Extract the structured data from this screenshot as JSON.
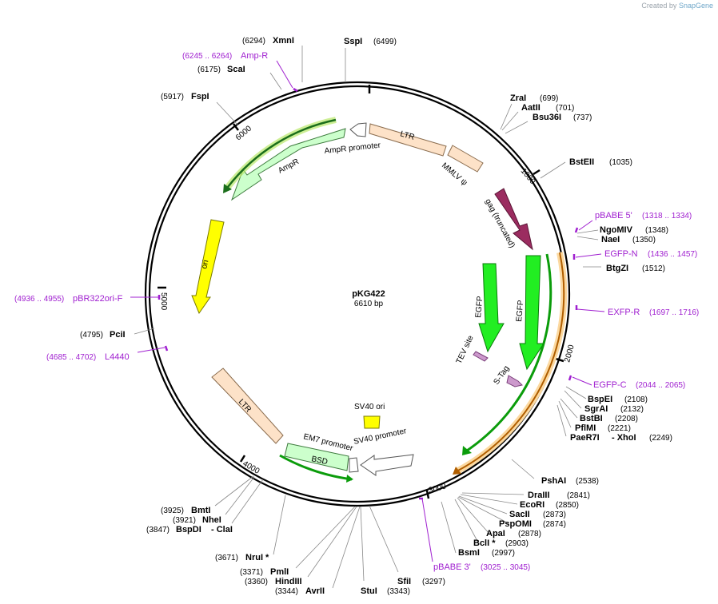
{
  "credit": {
    "prefix": "Created by",
    "brand": "SnapGene"
  },
  "plasmid": {
    "name": "pKG422",
    "length_label": "6610 bp"
  },
  "ticks": [
    "1000",
    "2000",
    "3000",
    "4000",
    "5000",
    "6000"
  ],
  "features": [
    {
      "id": "ltr1",
      "label": "LTR",
      "color": "#fde2c8"
    },
    {
      "id": "mmlv",
      "label": "MMLV ψ",
      "color": "#fde2c8"
    },
    {
      "id": "gag",
      "label": "gag (truncated)",
      "color": "#a3285c"
    },
    {
      "id": "egfp-outer",
      "label": "EGFP",
      "color": "#22ee22"
    },
    {
      "id": "egfp-inner",
      "label": "EGFP",
      "color": "#22ee22"
    },
    {
      "id": "tev",
      "label": "TEV site",
      "color": "#cc99cc"
    },
    {
      "id": "stag",
      "label": "S-Tag",
      "color": "#cc99cc"
    },
    {
      "id": "sv40ori",
      "label": "SV40 ori",
      "color": "#ffff00"
    },
    {
      "id": "sv40prom",
      "label": "SV40 promoter",
      "color": "#ffffff"
    },
    {
      "id": "em7",
      "label": "EM7 promoter",
      "color": "#ffffff"
    },
    {
      "id": "bsd",
      "label": "BSD",
      "color": "#ccffcc"
    },
    {
      "id": "ltr2",
      "label": "LTR",
      "color": "#fde2c8"
    },
    {
      "id": "ori",
      "label": "ori",
      "color": "#ffff00"
    },
    {
      "id": "ampr",
      "label": "AmpR",
      "color": "#ccffcc"
    },
    {
      "id": "amprprom",
      "label": "AmpR promoter",
      "color": "#ffffff"
    }
  ],
  "sites": [
    {
      "name": "SspI",
      "pos": "(6499)"
    },
    {
      "name": "XmnI",
      "pos": "(6294)"
    },
    {
      "name": "ScaI",
      "pos": "(6175)"
    },
    {
      "name": "FspI",
      "pos": "(5917)"
    },
    {
      "name": "ZraI",
      "pos": "(699)"
    },
    {
      "name": "AatII",
      "pos": "(701)"
    },
    {
      "name": "Bsu36I",
      "pos": "(737)"
    },
    {
      "name": "BstEII",
      "pos": "(1035)"
    },
    {
      "name": "NgoMIV",
      "pos": "(1348)"
    },
    {
      "name": "NaeI",
      "pos": "(1350)"
    },
    {
      "name": "BtgZI",
      "pos": "(1512)"
    },
    {
      "name": "BspEI",
      "pos": "(2108)"
    },
    {
      "name": "SgrAI",
      "pos": "(2132)"
    },
    {
      "name": "BstBI",
      "pos": "(2208)"
    },
    {
      "name": "PflMI",
      "pos": "(2221)"
    },
    {
      "name": "PaeR7I",
      "pos": ""
    },
    {
      "name": "- XhoI",
      "pos": "(2249)"
    },
    {
      "name": "PshAI",
      "pos": "(2538)"
    },
    {
      "name": "DraIII",
      "pos": "(2841)"
    },
    {
      "name": "EcoRI",
      "pos": "(2850)"
    },
    {
      "name": "SacII",
      "pos": "(2873)"
    },
    {
      "name": "PspOMI",
      "pos": "(2874)"
    },
    {
      "name": "ApaI",
      "pos": "(2878)"
    },
    {
      "name": "BclI *",
      "pos": "(2903)"
    },
    {
      "name": "BsmI",
      "pos": "(2997)"
    },
    {
      "name": "SfiI",
      "pos": "(3297)"
    },
    {
      "name": "StuI",
      "pos": "(3343)"
    },
    {
      "name": "AvrII",
      "pos": "(3344)"
    },
    {
      "name": "HindIII",
      "pos": "(3360)"
    },
    {
      "name": "PmlI",
      "pos": "(3371)"
    },
    {
      "name": "NruI *",
      "pos": "(3671)"
    },
    {
      "name": "BspDI",
      "pos": "(3847)"
    },
    {
      "name": "- ClaI",
      "pos": ""
    },
    {
      "name": "NheI",
      "pos": "(3921)"
    },
    {
      "name": "BmtI",
      "pos": "(3925)"
    },
    {
      "name": "PciI",
      "pos": "(4795)"
    }
  ],
  "primers": [
    {
      "name": "Amp-R",
      "pos": "(6245 .. 6264)"
    },
    {
      "name": "pBABE 5'",
      "pos": "(1318 .. 1334)"
    },
    {
      "name": "EGFP-N",
      "pos": "(1436 .. 1457)"
    },
    {
      "name": "EXFP-R",
      "pos": "(1697 .. 1716)"
    },
    {
      "name": "EGFP-C",
      "pos": "(2044 .. 2065)"
    },
    {
      "name": "pBABE 3'",
      "pos": "(3025 .. 3045)"
    },
    {
      "name": "pBR322ori-F",
      "pos": "(4936 .. 4955)"
    },
    {
      "name": "L4440",
      "pos": "(4685 .. 4702)"
    }
  ]
}
